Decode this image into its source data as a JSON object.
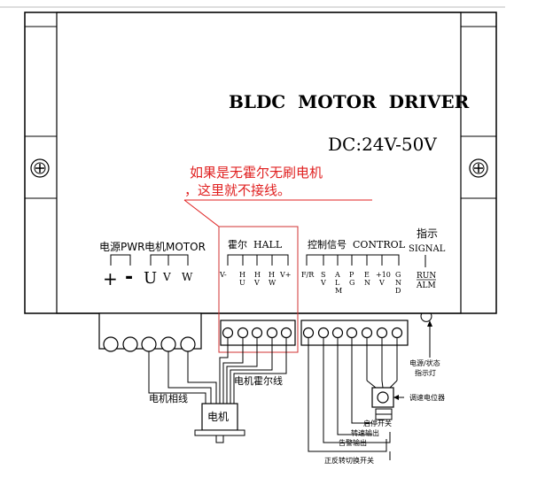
{
  "title": "BLDC  MOTOR  DRIVER",
  "voltage": "DC:24V-50V",
  "note": {
    "line1": "如果是无霍尔无刷电机",
    "line2": "，这里就不接线。"
  },
  "power": {
    "label": "电源PWR",
    "plus": "+",
    "minus": "-"
  },
  "motor": {
    "label": "电机MOTOR",
    "u": "U",
    "v": "V",
    "w": "W"
  },
  "hall": {
    "label": "霍尔  HALL",
    "pins": {
      "vminus": "V-",
      "hu_top": "H",
      "hu_bot": "U",
      "hv_top": "H",
      "hv_bot": "V",
      "hw_top": "H",
      "hw_bot": "W",
      "vplus": "V+"
    }
  },
  "control": {
    "label": "控制信号  CONTROL",
    "pins": {
      "fr": "F/R",
      "sv": [
        "S",
        "V"
      ],
      "alm": [
        "A",
        "L",
        "M"
      ],
      "pg": [
        "P",
        "G"
      ],
      "en": [
        "E",
        "N"
      ],
      "v10": [
        "+10",
        "V"
      ],
      "gnd": [
        "G",
        "N",
        "D"
      ]
    }
  },
  "signal": {
    "label_cn": "指示",
    "label_en": "SIGNAL",
    "run": "RUN",
    "alm": "ALM"
  },
  "wires": {
    "phase": "电机相线",
    "hall": "电机霍尔线",
    "motor": "电机"
  },
  "annotations": {
    "indicator_line1": "电源/状态",
    "indicator_line2": "指示灯",
    "pot": "调速电位器",
    "start_stop": "启停开关",
    "speed_out": "转速输出",
    "alarm_out": "告警输出",
    "dir_switch": "正反转切换开关"
  },
  "colors": {
    "note": "#e02020",
    "line": "#000000",
    "hall_box": "#d03030"
  }
}
